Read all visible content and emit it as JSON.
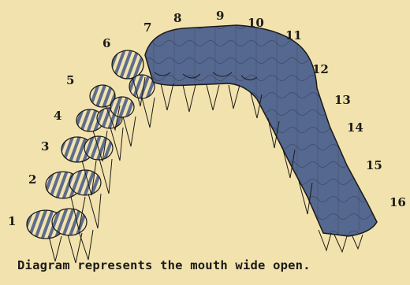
{
  "diagram": {
    "tooth_numbers": [
      "1",
      "2",
      "3",
      "4",
      "5",
      "6",
      "7",
      "8",
      "9",
      "10",
      "11",
      "12",
      "13",
      "14",
      "15",
      "16"
    ],
    "colors": {
      "paper": "#f2e3ae",
      "ink": "#1c1a18",
      "stripe_fill": "#6f7f9c",
      "band_fill": "#55688f"
    }
  },
  "caption": "Diagram represents the mouth wide open."
}
